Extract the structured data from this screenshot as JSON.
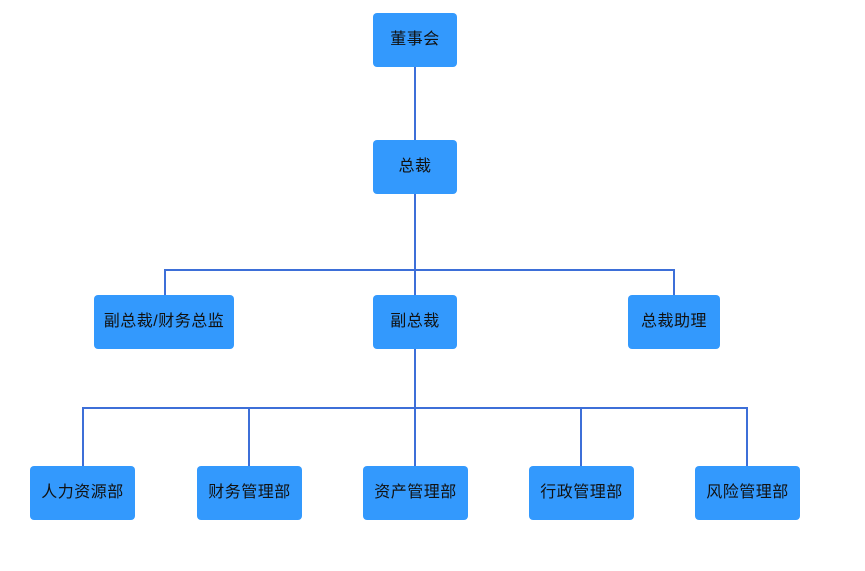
{
  "chart_data": {
    "type": "diagram",
    "diagram_type": "organization-chart",
    "title": "",
    "orientation": "top-down",
    "node_fill_color": "#3399fd",
    "connector_color": "#3d6fd8",
    "background_color": "#ffffff",
    "levels": [
      {
        "level": 1,
        "node_ids": [
          "board"
        ]
      },
      {
        "level": 2,
        "node_ids": [
          "president"
        ]
      },
      {
        "level": 3,
        "node_ids": [
          "vp-cfo",
          "vp",
          "assistant"
        ]
      },
      {
        "level": 4,
        "node_ids": [
          "hr",
          "finance",
          "asset",
          "admin",
          "risk"
        ]
      }
    ],
    "edges": [
      {
        "from": "board",
        "to": "president"
      },
      {
        "from": "president",
        "to": "vp-cfo"
      },
      {
        "from": "president",
        "to": "vp"
      },
      {
        "from": "president",
        "to": "assistant"
      },
      {
        "from": "vp",
        "to": "hr"
      },
      {
        "from": "vp",
        "to": "finance"
      },
      {
        "from": "vp",
        "to": "asset"
      },
      {
        "from": "vp",
        "to": "admin"
      },
      {
        "from": "vp",
        "to": "risk"
      }
    ]
  },
  "nodes": {
    "board": {
      "label": "董事会"
    },
    "president": {
      "label": "总裁"
    },
    "vp_cfo": {
      "label": "副总裁/财务总监"
    },
    "vp": {
      "label": "副总裁"
    },
    "assistant": {
      "label": "总裁助理"
    },
    "hr": {
      "label": "人力资源部"
    },
    "finance": {
      "label": "财务管理部"
    },
    "asset": {
      "label": "资产管理部"
    },
    "admin": {
      "label": "行政管理部"
    },
    "risk": {
      "label": "风险管理部"
    }
  }
}
